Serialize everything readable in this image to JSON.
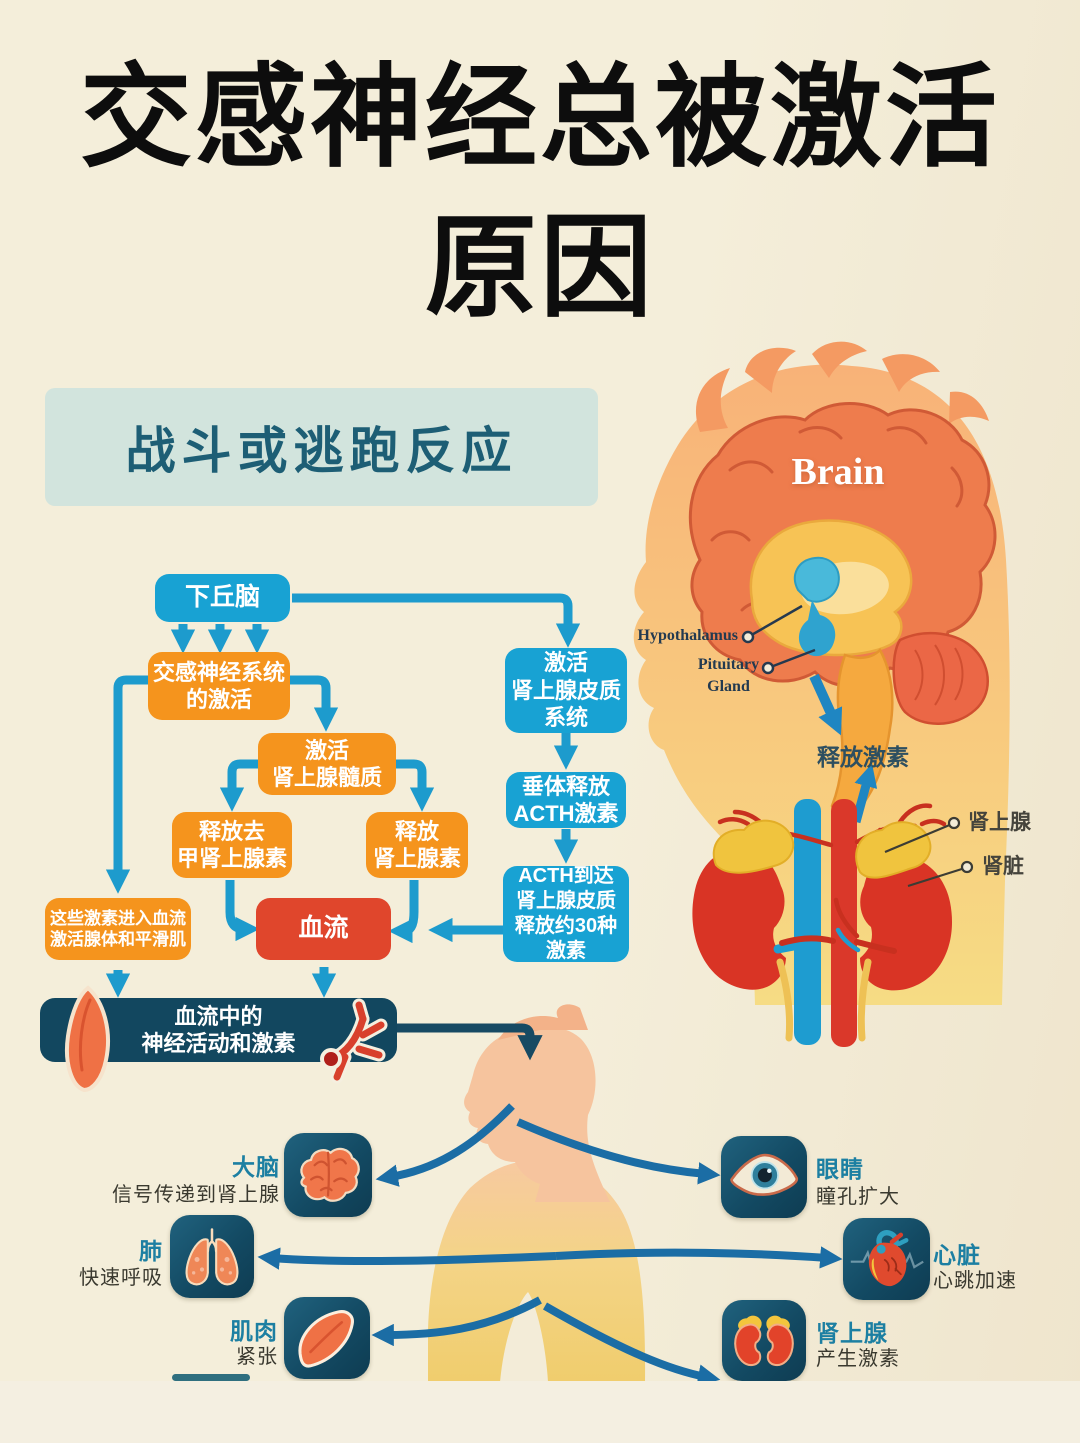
{
  "title": {
    "line1": "交感神经总被激活",
    "line2": "原因"
  },
  "banner": {
    "label": "战斗或逃跑反应"
  },
  "flowchart": {
    "hypothalamus": {
      "lines": [
        "下丘脑"
      ]
    },
    "sns": {
      "lines": [
        "交感神经系统",
        "的激活"
      ]
    },
    "cortex_system": {
      "lines": [
        "激活",
        "肾上腺皮质",
        "系统"
      ]
    },
    "medulla": {
      "lines": [
        "激活",
        "肾上腺髓质"
      ]
    },
    "noradrenaline": {
      "lines": [
        "释放去",
        "甲肾上腺素"
      ]
    },
    "adrenaline": {
      "lines": [
        "释放",
        "肾上腺素"
      ]
    },
    "pituitary_acth": {
      "lines": [
        "垂体释放",
        "ACTH激素"
      ]
    },
    "acth_cortex": {
      "lines": [
        "ACTH到达",
        "肾上腺皮质",
        "释放约30种",
        "激素"
      ]
    },
    "enter_bloodstream": {
      "lines": [
        "这些激素进入血流",
        "激活腺体和平滑肌"
      ]
    },
    "bloodstream": {
      "lines": [
        "血流"
      ]
    },
    "blood_bar": {
      "lines": [
        "血流中的",
        "神经活动和激素"
      ]
    }
  },
  "anatomy": {
    "brain_label": "Brain",
    "hypothalamus_label": "Hypothalamus",
    "pituitary_label_line1": "Pituitary",
    "pituitary_label_line2": "Gland",
    "release_hormones": "释放激素",
    "adrenal_gland_label": "肾上腺",
    "kidney_label": "肾脏"
  },
  "organs": {
    "brain": {
      "name": "大脑",
      "effect": "信号传递到肾上腺"
    },
    "eyes": {
      "name": "眼睛",
      "effect": "瞳孔扩大"
    },
    "lungs": {
      "name": "肺",
      "effect": "快速呼吸"
    },
    "heart": {
      "name": "心脏",
      "effect": "心跳加速"
    },
    "muscle": {
      "name": "肌肉",
      "effect": "紧张"
    },
    "adrenal": {
      "name": "肾上腺",
      "effect": "产生激素"
    }
  },
  "colors": {
    "background": "#f3ecd8",
    "banner_bg": "#d2e4dd",
    "banner_text": "#1d5e75",
    "box_blue": "#18a2d3",
    "box_orange": "#f5941d",
    "box_red": "#e0462c",
    "bar_dark": "#12475f",
    "arrow_cyan": "#1d9bcd",
    "arrow_steel": "#1b6da5",
    "arrow_bar": "#174a63",
    "organ_heading": "#1c7fa2",
    "tile_bg": "#134a63"
  }
}
